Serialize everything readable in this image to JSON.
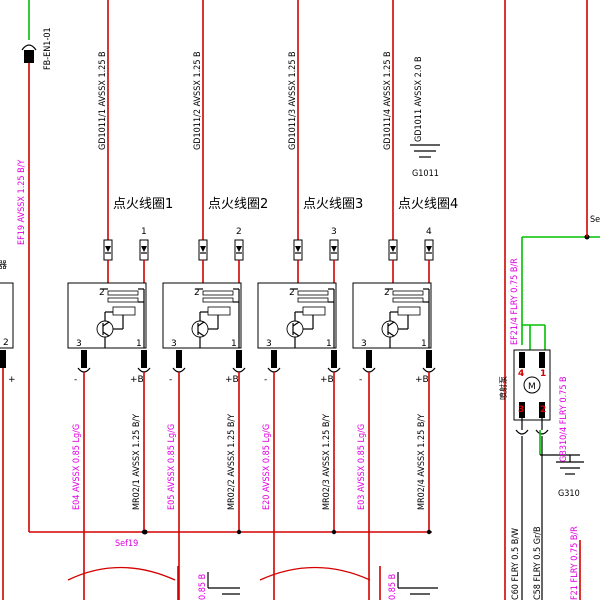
{
  "connector_top": "FB-EN1-01",
  "left_wire": "EF19 AVSSX 1.25 B/Y",
  "splice_bottom": "Sef19",
  "splice_right": "Se",
  "right_cut_text": "器",
  "coils": [
    {
      "title": "点火线圈1",
      "supply": "GD1011/1 AVSSX 1.25 B",
      "pin_top": "1",
      "pin_l": "2",
      "pin_bl": "3",
      "pin_br": "1",
      "minus": "-",
      "plus": "+B",
      "wire_l": "E04 AVSSX 0.85 Lg/G",
      "wire_r": "MR02/1 AVSSX 1.25 B/Y"
    },
    {
      "title": "点火线圈2",
      "supply": "GD1011/2 AVSSX 1.25 B",
      "pin_top": "2",
      "pin_l": "2",
      "pin_bl": "3",
      "pin_br": "1",
      "minus": "-",
      "plus": "+B",
      "wire_l": "E05 AVSSX 0.85 Lg/G",
      "wire_r": "MR02/2 AVSSX 1.25 B/Y"
    },
    {
      "title": "点火线圈3",
      "supply": "GD1011/3 AVSSX 1.25 B",
      "pin_top": "3",
      "pin_l": "2",
      "pin_bl": "3",
      "pin_br": "1",
      "minus": "-",
      "plus": "+B",
      "wire_l": "E20 AVSSX 0.85 Lg/G",
      "wire_r": "MR02/3 AVSSX 1.25 B/Y"
    },
    {
      "title": "点火线圈4",
      "supply": "GD1011/4 AVSSX 1.25 B",
      "pin_top": "4",
      "pin_l": "2",
      "pin_bl": "3",
      "pin_br": "1",
      "minus": "-",
      "plus": "+B",
      "wire_l": "E03 AVSSX 0.85 Lg/G",
      "wire_r": "MR02/4 AVSSX 1.25 B/Y"
    }
  ],
  "ground_wire": "GD1011 AVSSX 2.0 B",
  "ground_name": "G1011",
  "left_partial": {
    "pin_a": "2",
    "plus": "+"
  },
  "motor": {
    "title": "喷射泵",
    "supply": "EF21/4 FLRY 0.75 B/R",
    "ground_wire": "GB310/4 FLRY 0.75 B",
    "ground_name": "G310",
    "pins": [
      "4",
      "1",
      "3",
      "2"
    ],
    "symbol": "M"
  },
  "bottom_wires": [
    "C60 FLRY 0.5 B/W",
    "C58 FLRY 0.5 Gr/B",
    "F21 FLRY 0.75 B/R"
  ],
  "bottom_small": [
    "0.85 B",
    "0.85 B"
  ]
}
